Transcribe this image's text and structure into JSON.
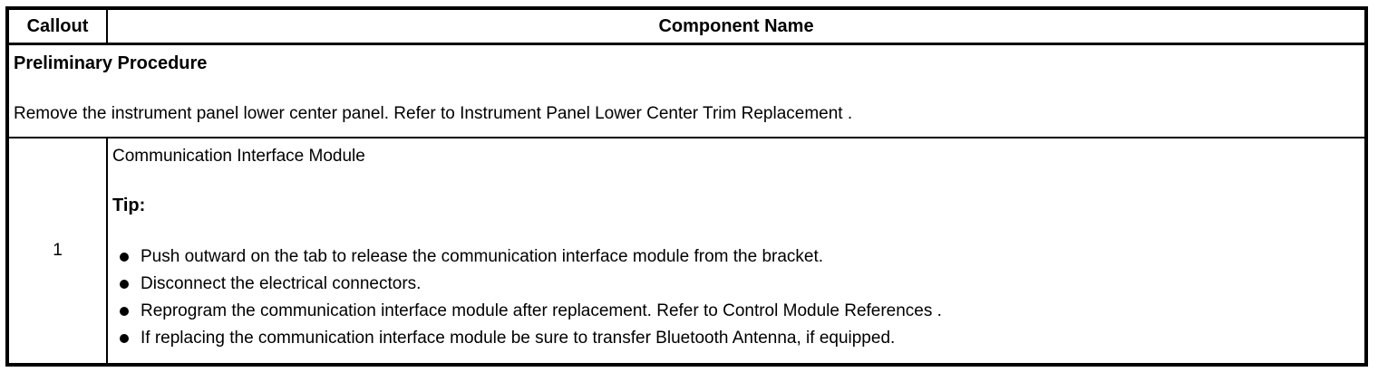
{
  "colors": {
    "text": "#000000",
    "background": "#ffffff",
    "border": "#000000"
  },
  "table": {
    "headers": {
      "callout": "Callout",
      "component_name": "Component Name"
    },
    "preliminary": {
      "title": "Preliminary Procedure",
      "body_prefix": "Remove the instrument panel lower center panel. Refer to ",
      "body_link": "Instrument Panel Lower Center Trim Replacement",
      "body_suffix": " ."
    },
    "rows": [
      {
        "callout": "1",
        "component": "Communication Interface Module",
        "tip_label": "Tip:",
        "tips": [
          {
            "text": "Push outward on the tab to release the communication interface module from the bracket."
          },
          {
            "text": "Disconnect the electrical connectors."
          },
          {
            "prefix": "Reprogram the communication interface module after replacement. Refer to ",
            "link": "Control Module References",
            "suffix": " ."
          },
          {
            "text": "If replacing the communication interface module be sure to transfer Bluetooth Antenna, if equipped."
          }
        ]
      }
    ]
  }
}
